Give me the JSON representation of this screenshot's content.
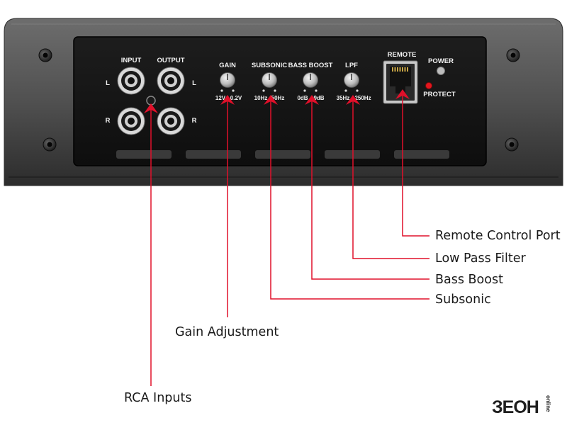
{
  "panel": {
    "input_label": "INPUT",
    "output_label": "OUTPUT",
    "left_channel": "L",
    "right_channel": "R",
    "controls": [
      {
        "label": "GAIN",
        "min": "12V",
        "max": "0.2V"
      },
      {
        "label": "SUBSONIC",
        "min": "10Hz",
        "max": "50Hz"
      },
      {
        "label": "BASS BOOST",
        "min": "0dB",
        "max": "9dB"
      },
      {
        "label": "LPF",
        "min": "35Hz",
        "max": "250Hz"
      }
    ],
    "remote_label": "REMOTE",
    "power_label": "POWER",
    "protect_label": "PROTECT"
  },
  "callouts": {
    "remote": "Remote Control Port",
    "lpf": "Low Pass Filter",
    "bass_boost": "Bass Boost",
    "subsonic": "Subsonic",
    "gain": "Gain Adjustment",
    "rca": "RCA Inputs"
  },
  "logo": {
    "text": "ЗEOH",
    "sub": "online"
  },
  "colors": {
    "callout_line": "#e0102a",
    "panel_face": "#161616",
    "chassis": "#4a4a4a",
    "power_led": "#bdbdbd",
    "protect_led": "#e3161e"
  }
}
